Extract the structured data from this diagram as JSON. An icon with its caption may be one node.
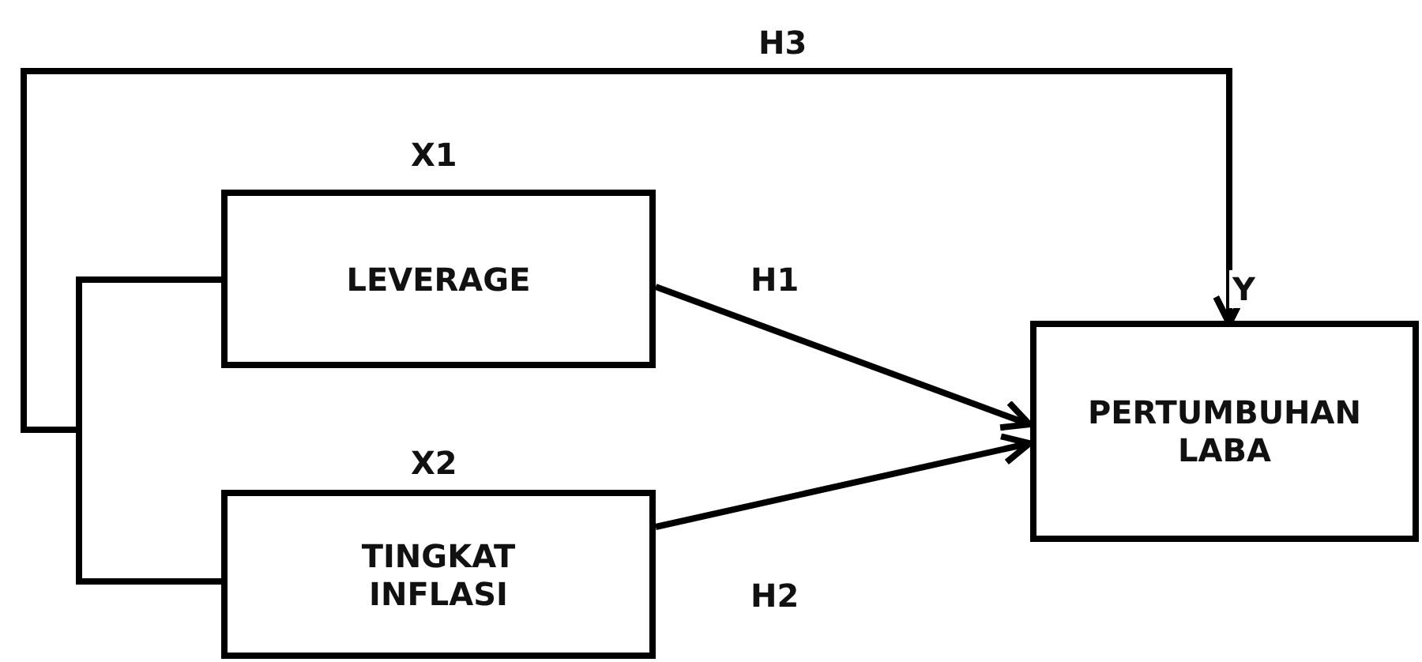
{
  "diagram": {
    "nodes": [
      {
        "text": [
          "LEVERAGE"
        ],
        "beside": [
          "X1"
        ]
      },
      {
        "text": [
          "TINGKAT INFLASI"
        ],
        "beside": [
          "X2"
        ]
      },
      {
        "text": [
          "PERTUMBUHAN LABA"
        ],
        "beside": [
          "Y"
        ]
      }
    ],
    "edges": [
      {
        "from": 0,
        "to": 2,
        "arrow": "to",
        "label": "H1"
      },
      {
        "from": 1,
        "to": 2,
        "arrow": "to",
        "label": "H2"
      },
      {
        "from": 0,
        "to": 2,
        "arrow": "to",
        "label": "H3"
      },
      {
        "from": 1,
        "to": 2,
        "arrow": "to"
      }
    ]
  }
}
